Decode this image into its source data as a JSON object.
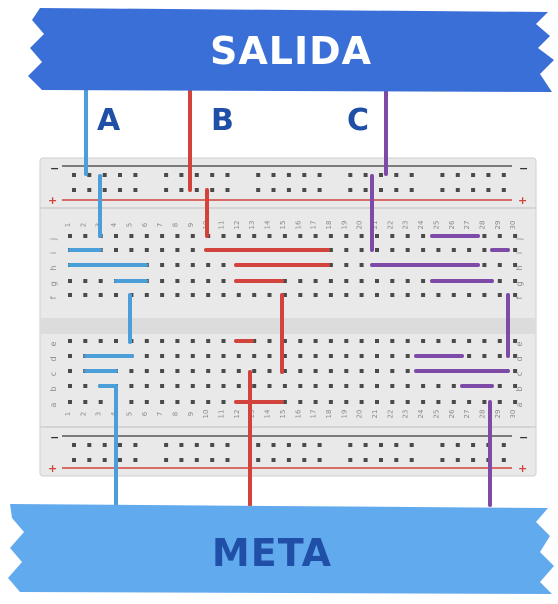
{
  "top_banner": {
    "label": "SALIDA",
    "color": "#3a6fd8"
  },
  "bottom_banner": {
    "label": "META",
    "color": "#62aaee",
    "text_color": "#1f4fa6"
  },
  "paths": [
    {
      "label": "A",
      "color": "#4a9fd8"
    },
    {
      "label": "B",
      "color": "#d2433b"
    },
    {
      "label": "C",
      "color": "#7e4aa8"
    }
  ],
  "breadboard": {
    "column_numbers": [
      "1",
      "2",
      "3",
      "4",
      "5",
      "6",
      "7",
      "8",
      "9",
      "10",
      "11",
      "12",
      "13",
      "14",
      "15",
      "16",
      "17",
      "18",
      "19",
      "20",
      "21",
      "22",
      "23",
      "24",
      "25",
      "26",
      "27",
      "28",
      "29",
      "30"
    ],
    "top_row_letters": [
      "j",
      "i",
      "h",
      "g",
      "f"
    ],
    "bottom_row_letters": [
      "e",
      "d",
      "c",
      "b",
      "a"
    ],
    "rail_minus": "−",
    "rail_plus": "+"
  }
}
